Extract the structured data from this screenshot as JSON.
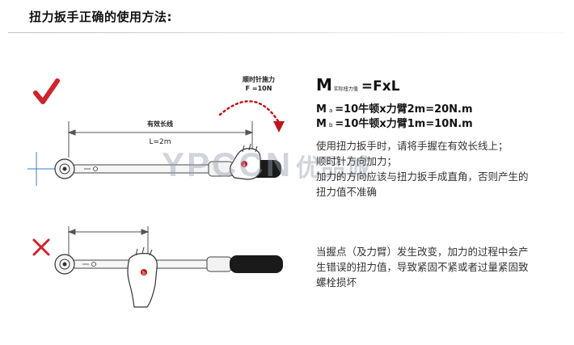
{
  "title": "扭力扳手正确的使用方法:",
  "diagram_top": {
    "arrow_label_line1": "顺时针施力",
    "arrow_label_line2": "F =10N",
    "effective_length_label": "有效长线",
    "length_value": "L=2m",
    "grip_point": "a"
  },
  "diagram_bottom": {
    "grip_point": "b"
  },
  "formula": {
    "main_m": "M",
    "main_sub": "实际扭力值",
    "main_rhs": "=FxL",
    "line_a_m": "M",
    "line_a_letter": "a",
    "line_a_rhs": "=10牛顿x力臂2m=20N.m",
    "line_b_m": "M",
    "line_b_letter": "b",
    "line_b_rhs": "=10牛顿x力臂1m=10N.m"
  },
  "correct_text": [
    "使用扭力扳手时，请将手握在有效长线上；",
    "顺时针方向加力；",
    "加力的方向应该与扭力扳手成直角，否则产生的",
    "扭力值不准确"
  ],
  "wrong_text": [
    "当握点（及力臂）发生改变，加力的过程中会产",
    "生错误的扭力值，导致紧固不紧或者过量紧固致",
    "螺栓损坏"
  ],
  "watermark": {
    "latin": "YPCCN",
    "cn": "优品诚"
  },
  "colors": {
    "check": "#d0232a",
    "cross": "#d0232a",
    "arrow": "#c0151c",
    "crosshair": "#3c7fc4"
  },
  "icons": {
    "correct": "check-icon",
    "wrong": "cross-icon"
  }
}
